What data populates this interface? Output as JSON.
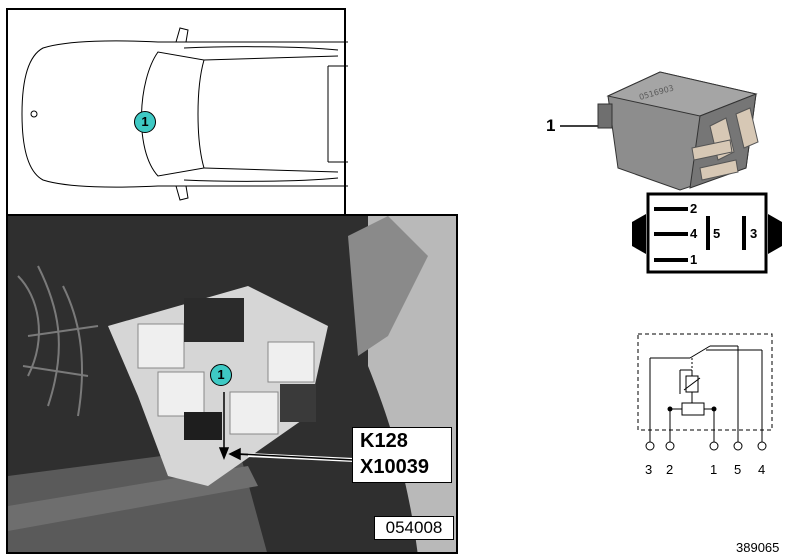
{
  "car_view": {
    "callout": "1"
  },
  "photo": {
    "callout": "1",
    "label_line1": "K128",
    "label_line2": "X10039",
    "code": "054008"
  },
  "relay": {
    "part_callout": "1",
    "connector_pins": [
      "2",
      "4",
      "5",
      "3",
      "1"
    ]
  },
  "schematic": {
    "pin_labels": [
      "3",
      "2",
      "1",
      "5",
      "4"
    ]
  },
  "diagram_number": "389065",
  "colors": {
    "callout_fill": "#3ec9c4",
    "relay_body": "#8d8d8d"
  }
}
